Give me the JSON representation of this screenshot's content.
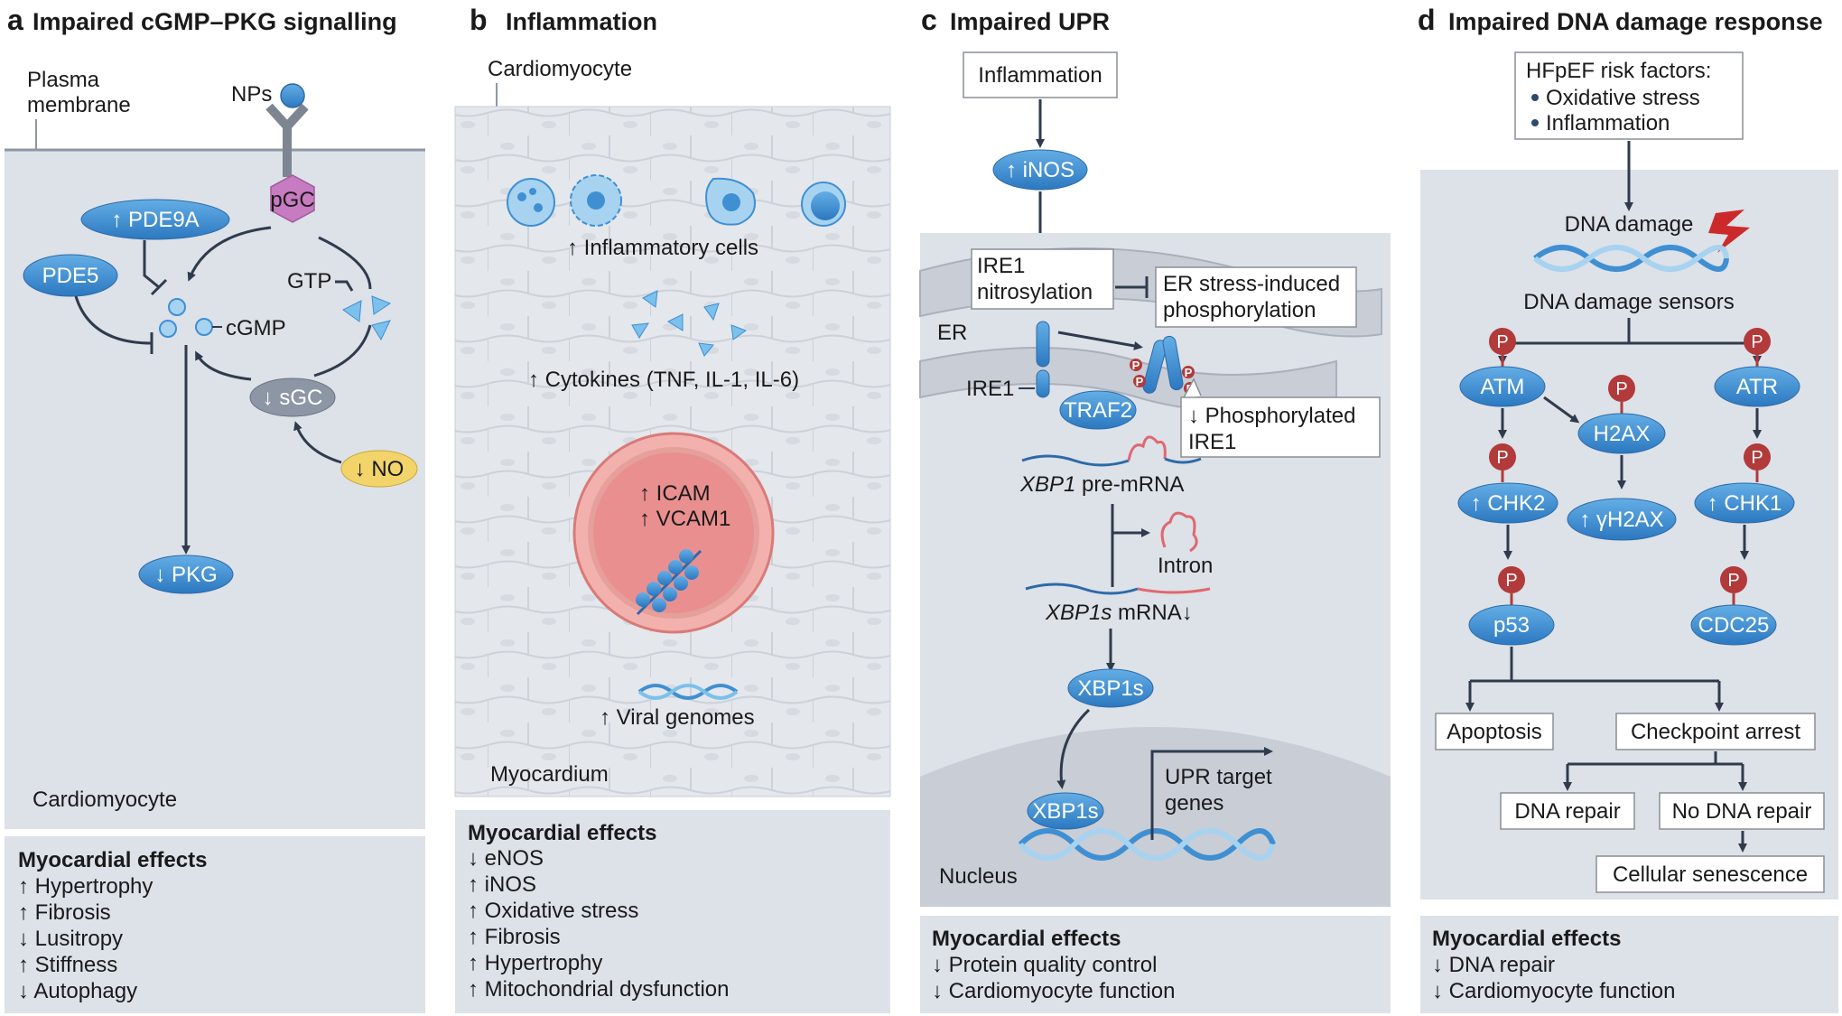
{
  "panelA": {
    "letter": "a",
    "title": "Impaired cGMP–PKG signalling",
    "plasma_membrane": [
      "Plasma",
      "membrane"
    ],
    "nps": "NPs",
    "pgc": "pGC",
    "pde9a": "↑ PDE9A",
    "pde5": "PDE5",
    "gtp": "GTP",
    "cgmp": "cGMP",
    "sgc": "↓ sGC",
    "no": "↓ NO",
    "pkg": "↓ PKG",
    "cardiomyocyte": "Cardiomyocyte",
    "effects_title": "Myocardial effects",
    "effects": [
      "↑ Hypertrophy",
      "↑ Fibrosis",
      "↓ Lusitropy",
      "↑ Stiffness",
      "↓ Autophagy"
    ]
  },
  "panelB": {
    "letter": "b",
    "title": "Inflammation",
    "cardiomyocyte": "Cardiomyocyte",
    "inflammatory_cells": "↑ Inflammatory cells",
    "cytokines": "↑ Cytokines (TNF, IL-1, IL-6)",
    "icam": "↑ ICAM",
    "vcam": "↑ VCAM1",
    "viral": "↑ Viral genomes",
    "myocardium": "Myocardium",
    "effects_title": "Myocardial effects",
    "effects": [
      "↓ eNOS",
      "↑ iNOS",
      "↑ Oxidative stress",
      "↑ Fibrosis",
      "↑ Hypertrophy",
      "↑ Mitochondrial dysfunction"
    ]
  },
  "panelC": {
    "letter": "c",
    "title": "Impaired UPR",
    "inflammation": "Inflammation",
    "inos": "↑ iNOS",
    "ire1_nitro": [
      "IRE1",
      "nitrosylation"
    ],
    "er_stress": [
      "ER stress-induced",
      "phosphorylation"
    ],
    "er": "ER",
    "ire1": "IRE1",
    "traf2": "TRAF2",
    "p": "P",
    "phospho": [
      "↓ Phosphorylated",
      "IRE1"
    ],
    "xbp1_pre_italic": "XBP1",
    "xbp1_pre_rest": " pre-mRNA",
    "intron": "Intron",
    "xbp1s_italic": "XBP1s",
    "xbp1s_rest": " mRNA↓",
    "xbp1s_protein": "XBP1s",
    "upr_target": [
      "UPR target",
      "genes"
    ],
    "nucleus": "Nucleus",
    "effects_title": "Myocardial effects",
    "effects": [
      "↓ Protein quality control",
      "↓ Cardiomyocyte function"
    ]
  },
  "panelD": {
    "letter": "d",
    "title": "Impaired DNA damage response",
    "risk_title": "HFpEF risk factors:",
    "risk_items": [
      "Oxidative stress",
      "Inflammation"
    ],
    "dna_damage": "DNA damage",
    "sensors": "DNA damage sensors",
    "p": "P",
    "atm": "ATM",
    "atr": "ATR",
    "h2ax": "H2AX",
    "chk2": "↑ CHK2",
    "gh2ax": "↑ γH2AX",
    "chk1": "↑ CHK1",
    "p53": "p53",
    "cdc25": "CDC25",
    "apoptosis": "Apoptosis",
    "checkpoint": "Checkpoint arrest",
    "dna_repair": "DNA repair",
    "no_dna_repair": "No DNA repair",
    "senescence": "Cellular senescence",
    "effects_title": "Myocardial effects",
    "effects": [
      "↓ DNA repair",
      "↓ Cardiomyocyte function"
    ]
  },
  "colors": {
    "blue": "#3f8fd2",
    "blue_light": "#a7d3f0",
    "pink": "#c77bc0",
    "yellow": "#f2d46b",
    "gray_panel": "#dde1e8",
    "red_vessel": "#ea8f8f",
    "phospho_red": "#b23a3a"
  }
}
